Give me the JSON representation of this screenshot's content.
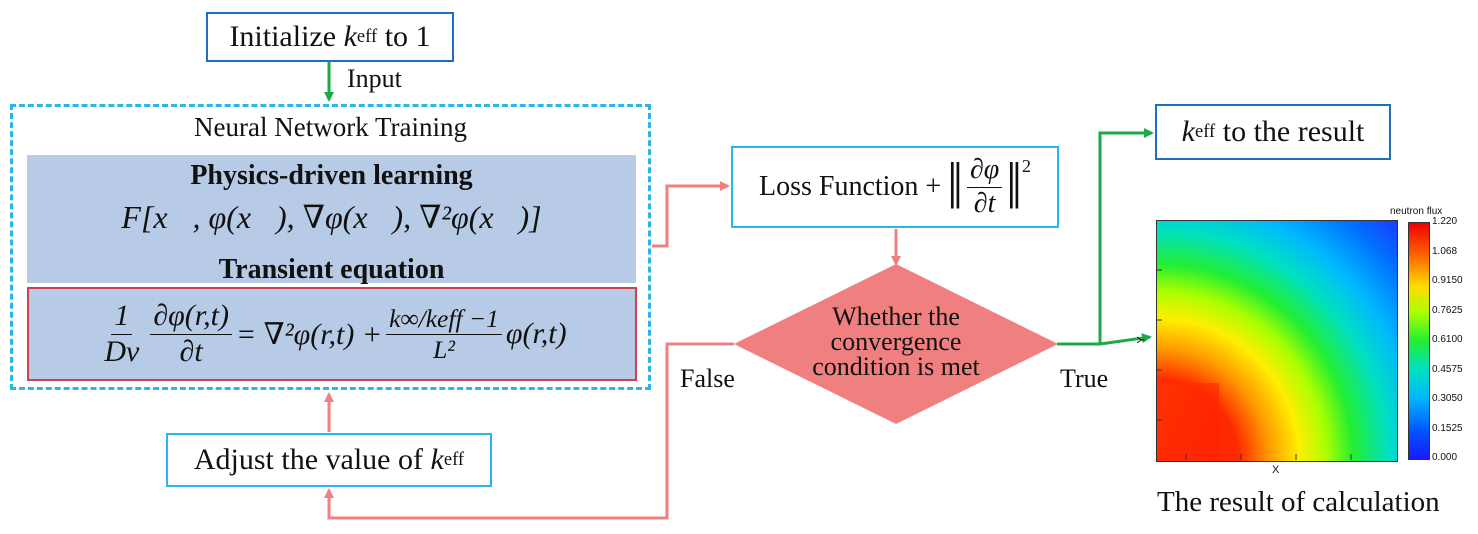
{
  "init": {
    "prefix": "Initialize",
    "k": "k",
    "k_sub": "eff",
    "suffix": "to 1"
  },
  "input_label": "Input",
  "nn": {
    "title": "Neural Network Training",
    "physics_title": "Physics-driven learning",
    "physics_formula": "F[x⃗, φ(x⃗), ∇φ(x⃗), ∇²φ(x⃗)]",
    "transient_title": "Transient equation",
    "equation": {
      "lhs_num": "1",
      "lhs_den": "Dv",
      "deriv_num": "∂φ(r,t)",
      "deriv_den": "∂t",
      "rhs1": "= ∇²φ(r,t) +",
      "frac2_num": "k∞/keff −1",
      "frac2_den": "L²",
      "rhs2": "φ(r,t)"
    }
  },
  "adjust": {
    "text": "Adjust the value of",
    "k": "k",
    "k_sub": "eff"
  },
  "loss": {
    "text": "Loss Function +",
    "num": "∂φ",
    "den": "∂t",
    "power": "2"
  },
  "decision": {
    "line1": "Whether the",
    "line2": "convergence",
    "line3": "condition is met"
  },
  "false_label": "False",
  "true_label": "True",
  "result": {
    "k": "k",
    "k_sub": "eff",
    "text": "to the result"
  },
  "heatmap": {
    "colorbar_title": "neutron flux",
    "colorbar_ticks": [
      "1.220",
      "1.068",
      "0.9150",
      "0.7625",
      "0.6100",
      "0.4575",
      "0.3050",
      "0.1525",
      "0.000"
    ],
    "xlabel": "X",
    "ylabel": "Y",
    "caption": "The result of calculation"
  },
  "colors": {
    "blue_border": "#1f6fbf",
    "cyan_border": "#29b6e8",
    "panel_fill": "#b8cbe6",
    "red_border": "#c8444f",
    "salmon": "#f08080",
    "green": "#1faa4a"
  }
}
